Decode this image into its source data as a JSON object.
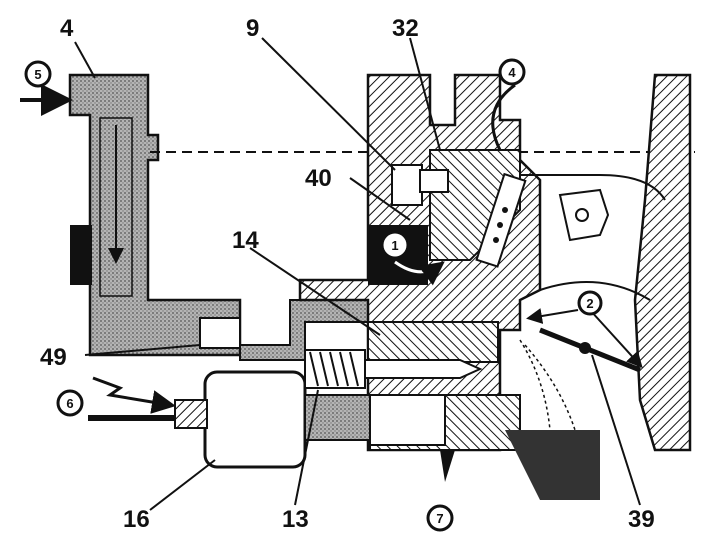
{
  "labels": {
    "l4": "4",
    "l9": "9",
    "l32": "32",
    "l40": "40",
    "l14": "14",
    "l49": "49",
    "l16": "16",
    "l13": "13",
    "l39": "39"
  },
  "circled": {
    "c1": "1",
    "c2": "2",
    "c4": "4",
    "c5": "5",
    "c6": "6",
    "c7": "7"
  },
  "colors": {
    "ink": "#111111",
    "paper": "#ffffff",
    "fuel": "#9a9a9a"
  }
}
